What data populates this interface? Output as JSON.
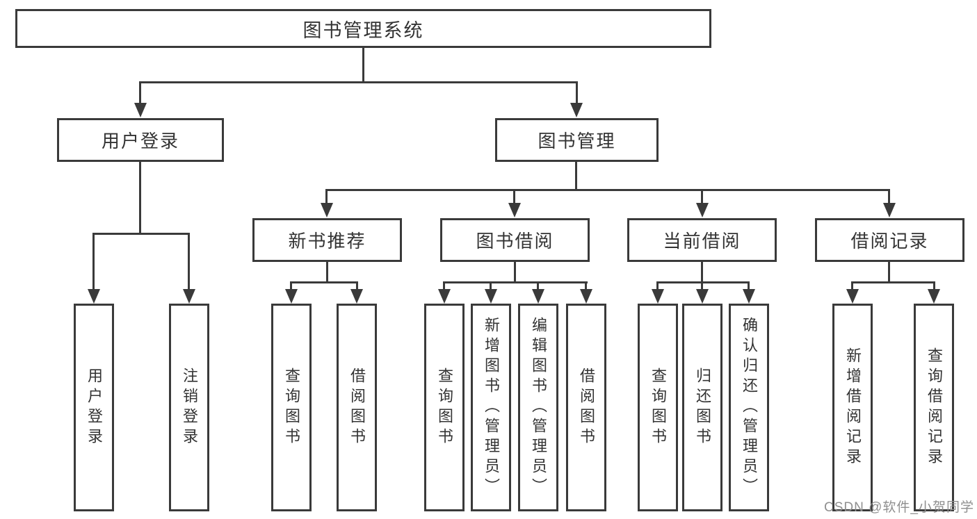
{
  "diagram": {
    "type": "hierarchy-tree",
    "title": "图书管理系统",
    "watermark": "CSDN @软件_小贺同学",
    "colors": {
      "line": "#3a3a3a",
      "text": "#333333",
      "watermark": "#8f8f8f",
      "background": "#ffffff"
    },
    "nodes": {
      "root": "图书管理系统",
      "user_login": "用户登录",
      "book_mgmt": "图书管理",
      "new_book_rec": "新书推荐",
      "book_borrow": "图书借阅",
      "current_borrow": "当前借阅",
      "borrow_record": "借阅记录",
      "leaf_user_login": "用户登录",
      "leaf_logout": "注销登录",
      "rec_query_book": "查询图书",
      "rec_borrow_book": "借阅图书",
      "bb_query_book": "查询图书",
      "bb_add_book": "新增图书（管理员）",
      "bb_edit_book": "编辑图书（管理员）",
      "bb_borrow_book": "借阅图书",
      "cb_query_book": "查询图书",
      "cb_return_book": "归还图书",
      "cb_confirm_return": "确认归还（管理员）",
      "br_add_record": "新增借阅记录",
      "br_query_record": "查询借阅记录"
    },
    "edges": [
      [
        "root",
        "user_login"
      ],
      [
        "root",
        "book_mgmt"
      ],
      [
        "user_login",
        "leaf_user_login"
      ],
      [
        "user_login",
        "leaf_logout"
      ],
      [
        "book_mgmt",
        "new_book_rec"
      ],
      [
        "book_mgmt",
        "book_borrow"
      ],
      [
        "book_mgmt",
        "current_borrow"
      ],
      [
        "book_mgmt",
        "borrow_record"
      ],
      [
        "new_book_rec",
        "rec_query_book"
      ],
      [
        "new_book_rec",
        "rec_borrow_book"
      ],
      [
        "book_borrow",
        "bb_query_book"
      ],
      [
        "book_borrow",
        "bb_add_book"
      ],
      [
        "book_borrow",
        "bb_edit_book"
      ],
      [
        "book_borrow",
        "bb_borrow_book"
      ],
      [
        "current_borrow",
        "cb_query_book"
      ],
      [
        "current_borrow",
        "cb_return_book"
      ],
      [
        "current_borrow",
        "cb_confirm_return"
      ],
      [
        "borrow_record",
        "br_add_record"
      ],
      [
        "borrow_record",
        "br_query_record"
      ]
    ]
  }
}
